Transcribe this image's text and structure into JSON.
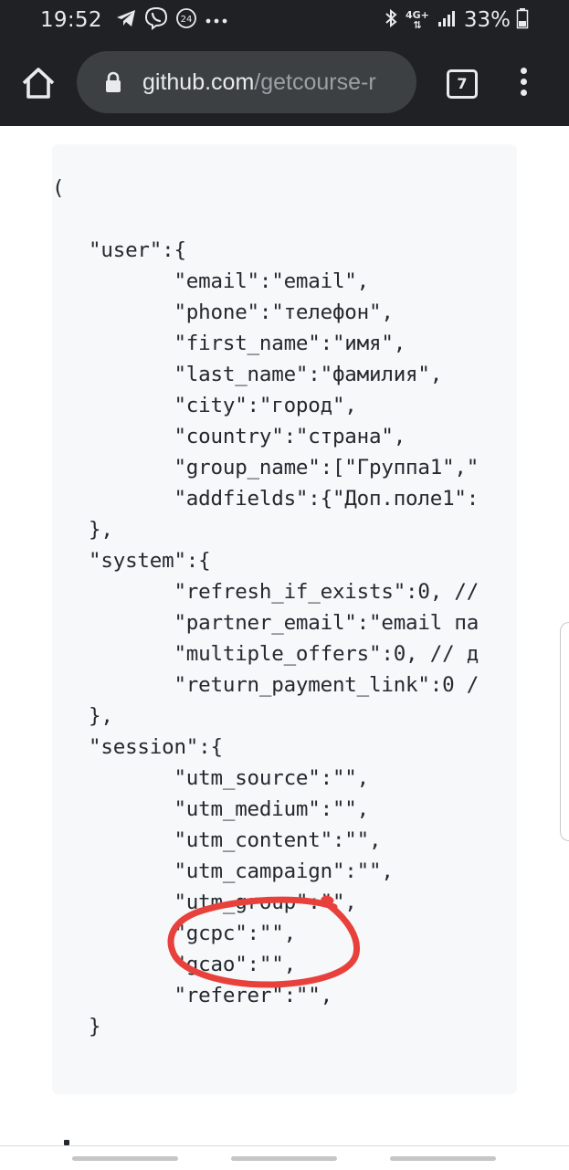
{
  "status_bar": {
    "time": "19:52",
    "notification_icons": [
      "telegram-icon",
      "viber-icon",
      "24-icon",
      "more-notifications-icon"
    ],
    "network": "4G+",
    "battery": "33%"
  },
  "browser": {
    "url_host": "github.com",
    "url_path": "/getcourse-r",
    "tab_count": "7"
  },
  "code": {
    "lines": [
      "(",
      "",
      "   \"user\":{",
      "          \"email\":\"email\",",
      "          \"phone\":\"телефон\",",
      "          \"first_name\":\"имя\",",
      "          \"last_name\":\"фамилия\",",
      "          \"city\":\"город\",",
      "          \"country\":\"страна\",",
      "          \"group_name\":[\"Группа1\",\"",
      "          \"addfields\":{\"Доп.поле1\":",
      "   },",
      "   \"system\":{",
      "          \"refresh_if_exists\":0, //",
      "          \"partner_email\":\"email па",
      "          \"multiple_offers\":0, // д",
      "          \"return_payment_link\":0 /",
      "   },",
      "   \"session\":{",
      "          \"utm_source\":\"\",",
      "          \"utm_medium\":\"\",",
      "          \"utm_content\":\"\",",
      "          \"utm_campaign\":\"\",",
      "          \"utm_group\":\"\",",
      "          \"gcpc\":\"\",",
      "          \"gcao\":\"\",",
      "          \"referer\":\"\",",
      "   }"
    ]
  },
  "annotation": {
    "color": "#e8413c",
    "shape": "hand-drawn-circle"
  },
  "colors": {
    "chrome_bg": "#202124",
    "code_bg": "#f6f8fa",
    "code_text": "#24292e"
  }
}
